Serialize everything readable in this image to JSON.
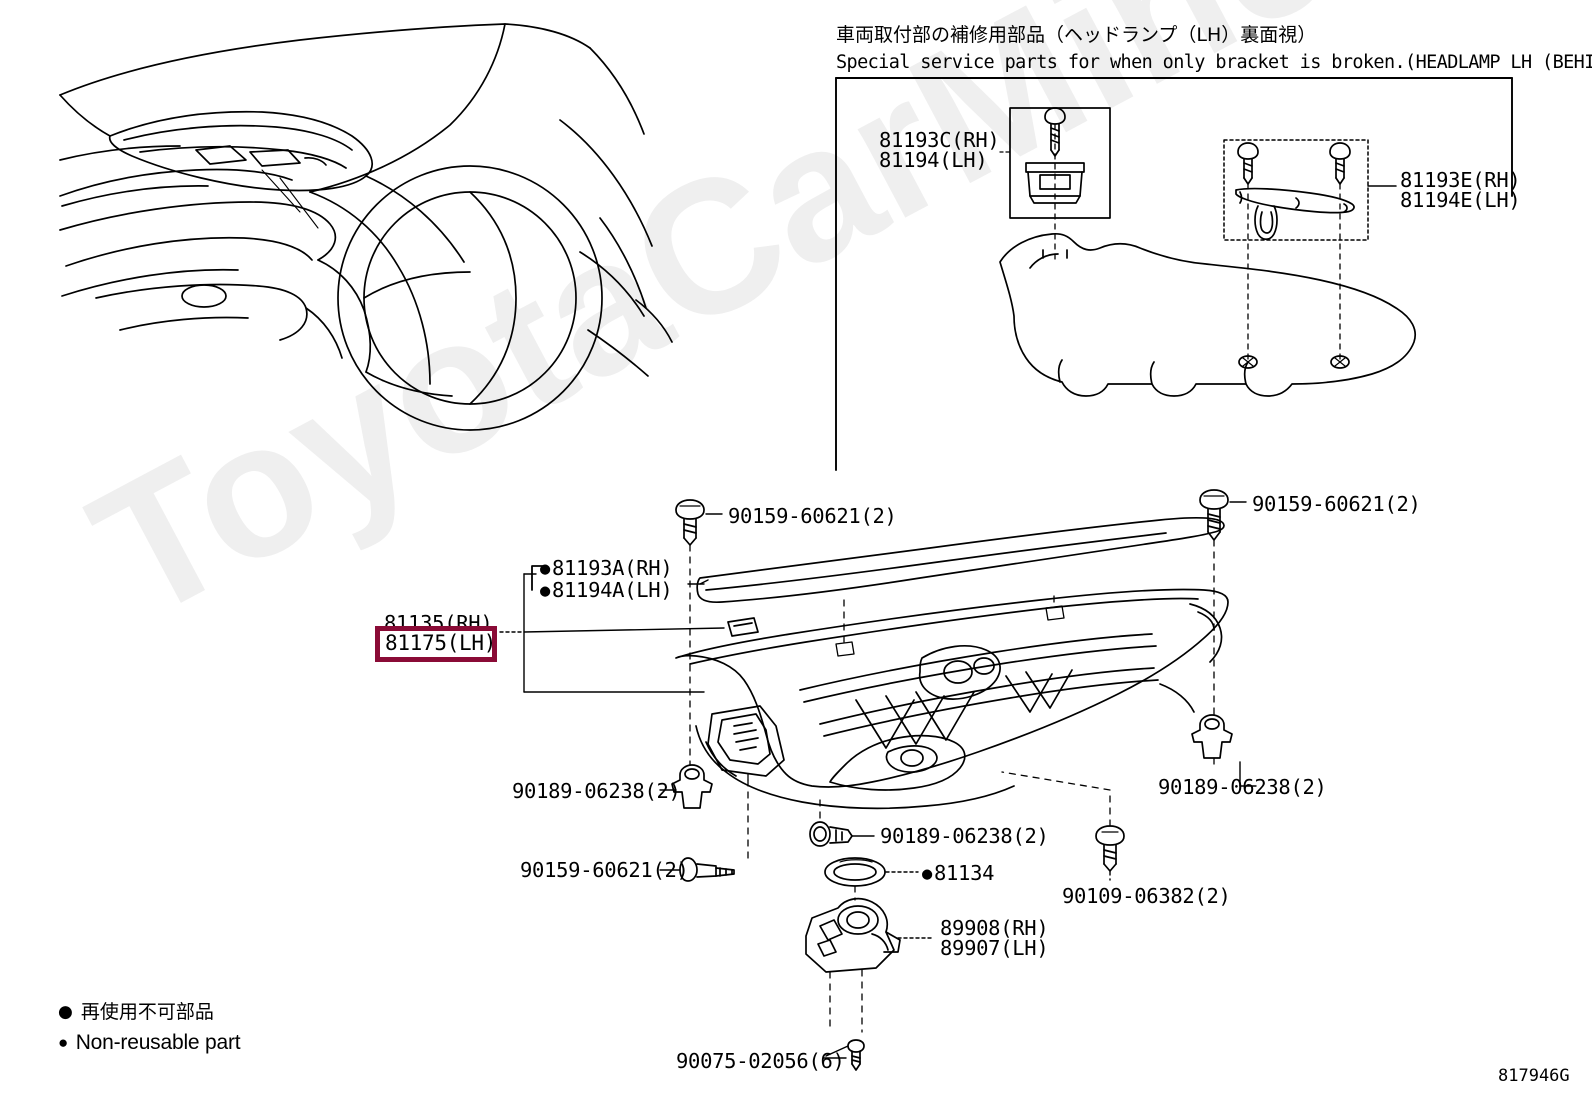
{
  "diagram": {
    "code": "817946G",
    "watermark": "ToyotaCarMine.ru",
    "accent_color": "#8a0b36"
  },
  "inset": {
    "title_ja": "車両取付部の補修用部品（ヘッドランプ（LH）裏面視）",
    "title_en": "Special service parts for when only bracket is broken.(HEADLAMP LH (BEHIND))",
    "labels": [
      {
        "id": "clip-nut",
        "line1": "81193C(RH)",
        "line2": "81194(LH)"
      },
      {
        "id": "bracket-stay",
        "line1": "81193E(RH)",
        "line2": "81194E(LH)"
      }
    ]
  },
  "main": {
    "labels": [
      {
        "id": "screw-top-left",
        "text": "90159-60621(2)",
        "bullet": false
      },
      {
        "id": "screw-top-right",
        "text": "90159-60621(2)",
        "bullet": false
      },
      {
        "id": "seal-upper",
        "line1": "81193A(RH)",
        "line2": "81194A(LH)",
        "bullet": true
      },
      {
        "id": "clip-left",
        "text": "90189-06238(2)",
        "bullet": false
      },
      {
        "id": "clip-right",
        "text": "90189-06238(2)",
        "bullet": false
      },
      {
        "id": "clip-center",
        "text": "90189-06238(2)",
        "bullet": false
      },
      {
        "id": "screw-lower-left",
        "text": "90159-60621(2)",
        "bullet": false
      },
      {
        "id": "oring",
        "text": "81134",
        "bullet": true
      },
      {
        "id": "bolt-right",
        "text": "90109-06382(2)",
        "bullet": false
      },
      {
        "id": "leveling-motor",
        "line1": "89908(RH)",
        "line2": "89907(LH)",
        "bullet": false
      },
      {
        "id": "screw-bottom",
        "text": "90075-02056(6)",
        "bullet": false
      }
    ],
    "highlighted": {
      "line_above": "81135(RH)",
      "text": "81175(LH)"
    }
  },
  "legend": {
    "line_ja": "再使用不可部品",
    "line_en": "Non-reusable part",
    "marker": "●"
  }
}
